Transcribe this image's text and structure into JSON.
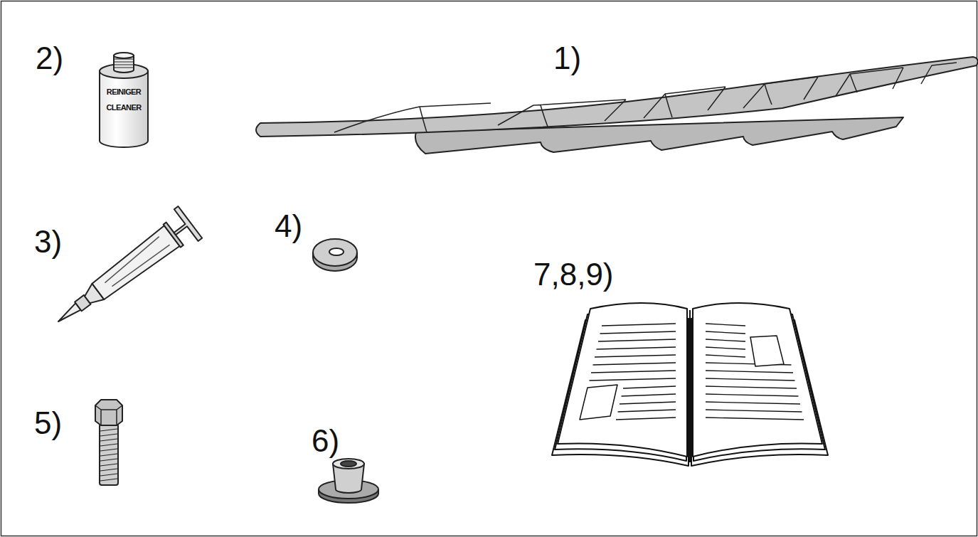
{
  "diagram": {
    "labels": [
      "2)",
      "REINIGER",
      "CLEANER",
      "1)",
      "3)",
      "4)",
      "7,8,9)",
      "5)",
      "6)"
    ]
  }
}
